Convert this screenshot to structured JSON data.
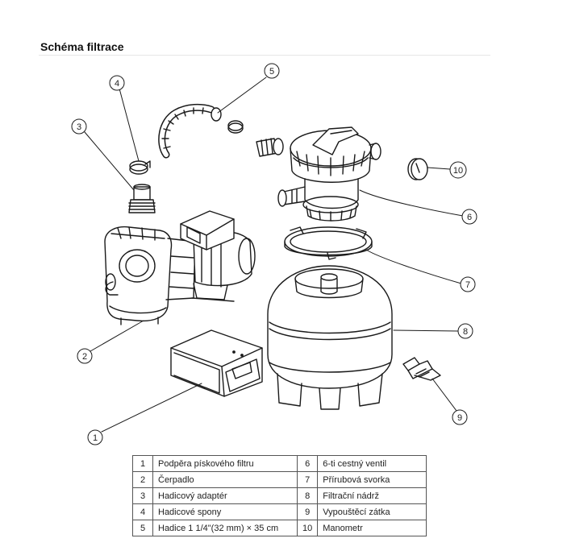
{
  "title": "Schéma filtrace",
  "callouts": [
    "1",
    "2",
    "3",
    "4",
    "5",
    "6",
    "7",
    "8",
    "9",
    "10"
  ],
  "parts": [
    {
      "left_num": "1",
      "left_text": "Podpěra pískového filtru",
      "right_num": "6",
      "right_text": "6-ti cestný ventil"
    },
    {
      "left_num": "2",
      "left_text": "Čerpadlo",
      "right_num": "7",
      "right_text": "Přírubová svorka"
    },
    {
      "left_num": "3",
      "left_text": "Hadicový adaptér",
      "right_num": "8",
      "right_text": "Filtrační nádrž"
    },
    {
      "left_num": "4",
      "left_text": "Hadicové spony",
      "right_num": "9",
      "right_text": "Vypouštěcí zátka"
    },
    {
      "left_num": "5",
      "left_text": "Hadice 1 1/4\"(32 mm) × 35 cm",
      "right_num": "10",
      "right_text": "Manometr"
    }
  ]
}
